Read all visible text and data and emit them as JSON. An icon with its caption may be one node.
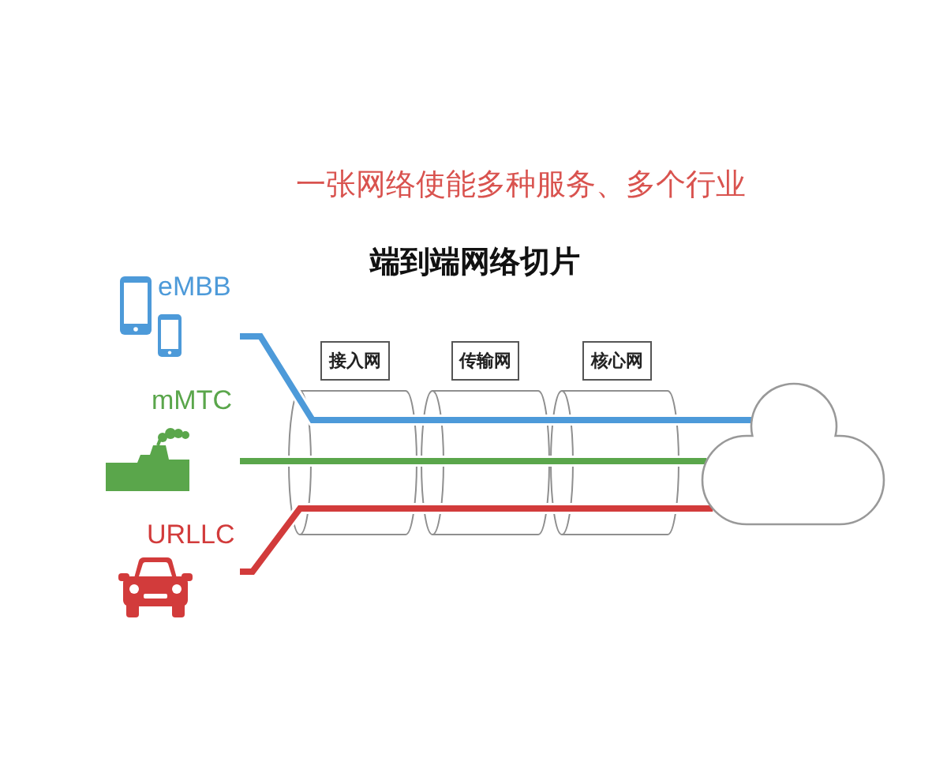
{
  "diagram": {
    "title": "一张网络使能多种服务、多个行业",
    "nodes": [
      {
        "text": [
          "eMBB"
        ]
      },
      {
        "text": [
          "mMTC"
        ]
      },
      {
        "text": [
          "URLLC"
        ]
      },
      {
        "text": [
          "接入网"
        ]
      },
      {
        "text": [
          "传输网"
        ]
      },
      {
        "text": [
          "核心网"
        ]
      },
      {
        "text": [],
        "shape": "cloud"
      }
    ],
    "edges": [
      {
        "from": 0,
        "to": 6,
        "arrow": "none",
        "color": "#4d9ad9"
      },
      {
        "from": 1,
        "to": 6,
        "arrow": "none",
        "color": "#5aa64b"
      },
      {
        "from": 2,
        "to": 6,
        "arrow": "none",
        "color": "#d23b3b"
      }
    ],
    "labels": [
      "端到端网络切片"
    ]
  }
}
